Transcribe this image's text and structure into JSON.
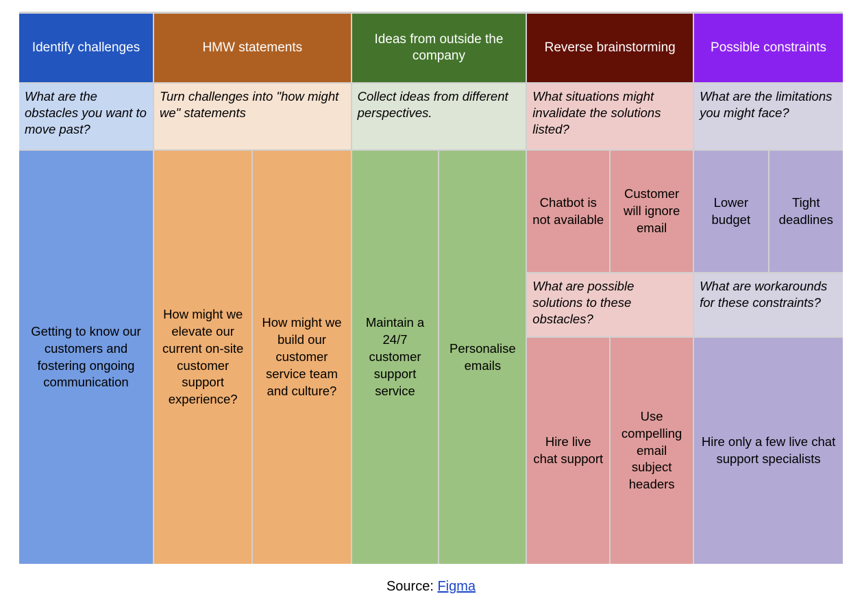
{
  "columns": [
    {
      "key": "identify-challenges",
      "header": "Identify challenges",
      "header_color": "#2255be",
      "prompt": "What are the obstacles you want to move past?",
      "prompt_color": "#c6d7f2",
      "body_color": "#749ce2",
      "cells": [
        "Getting to know our customers and fostering ongoing communication"
      ]
    },
    {
      "key": "hmw-statements",
      "header": "HMW statements",
      "header_color": "#ae6022",
      "prompt": "Turn challenges into \"how might we\" statements",
      "prompt_color": "#f7e3d2",
      "body_color": "#eeaf72",
      "cells": [
        "How might we elevate our current on-site customer support experience?",
        "How might we build our customer service team and culture?"
      ]
    },
    {
      "key": "ideas-outside-company",
      "header": "Ideas from outside the company",
      "header_color": "#44742c",
      "prompt": "Collect ideas from different perspectives.",
      "prompt_color": "#dde5d6",
      "body_color": "#9cc281",
      "cells": [
        "Maintain a 24/7 customer support service",
        "Personalise emails"
      ]
    },
    {
      "key": "reverse-brainstorming",
      "header": "Reverse brainstorming",
      "header_color": "#621006",
      "prompt": "What situations might invalidate the solutions listed?",
      "prompt_color": "#eecbc9",
      "body_color": "#e09c9c",
      "cells_top": [
        "Chatbot is not available",
        "Customer will ignore email"
      ],
      "prompt2": "What are possible solutions to these obstacles?",
      "prompt2_color": "#eecbc9",
      "cells_bottom": [
        "Hire live chat support",
        "Use compelling email subject headers"
      ]
    },
    {
      "key": "possible-constraints",
      "header": "Possible constraints",
      "header_color": "#8a22ef",
      "prompt": "What are the limitations you might face?",
      "prompt_color": "#d5d2e2",
      "body_color": "#b2aad5",
      "cells_top": [
        "Lower budget",
        "Tight deadlines"
      ],
      "prompt2": "What are workarounds for these constraints?",
      "prompt2_color": "#d5d2e2",
      "cells_bottom": [
        "Hire only a few live chat support specialists"
      ]
    }
  ],
  "footer": {
    "label": "Source: ",
    "link_text": "Figma",
    "link_color": "#1a44c8"
  }
}
